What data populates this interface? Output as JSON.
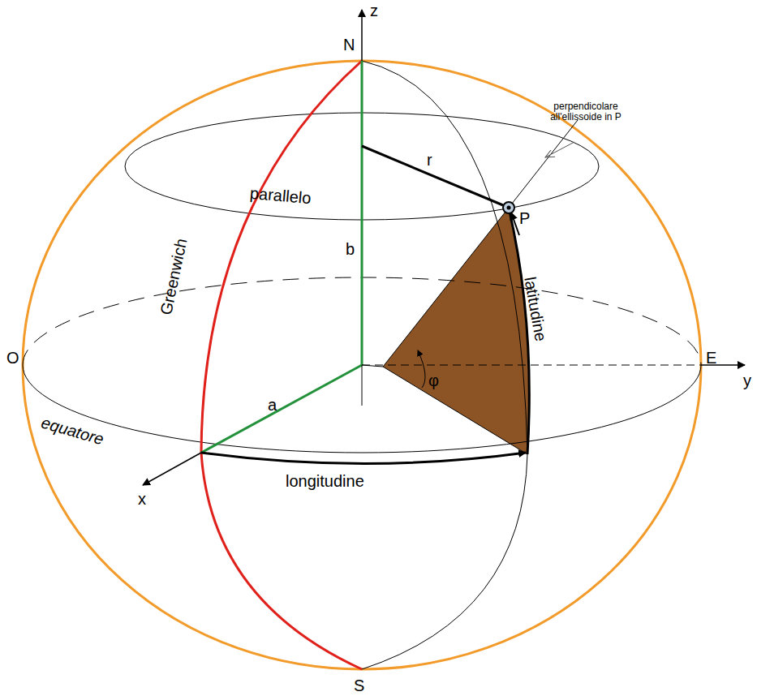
{
  "diagram": {
    "labels": [
      "z",
      "N",
      "perpendicolare all'ellissoide in P",
      "r",
      "P",
      "parallelo",
      "b",
      "Greenwich",
      "latitudine",
      "O",
      "E",
      "y",
      "φ",
      "a",
      "equatore",
      "x",
      "longitudine",
      "S"
    ]
  }
}
